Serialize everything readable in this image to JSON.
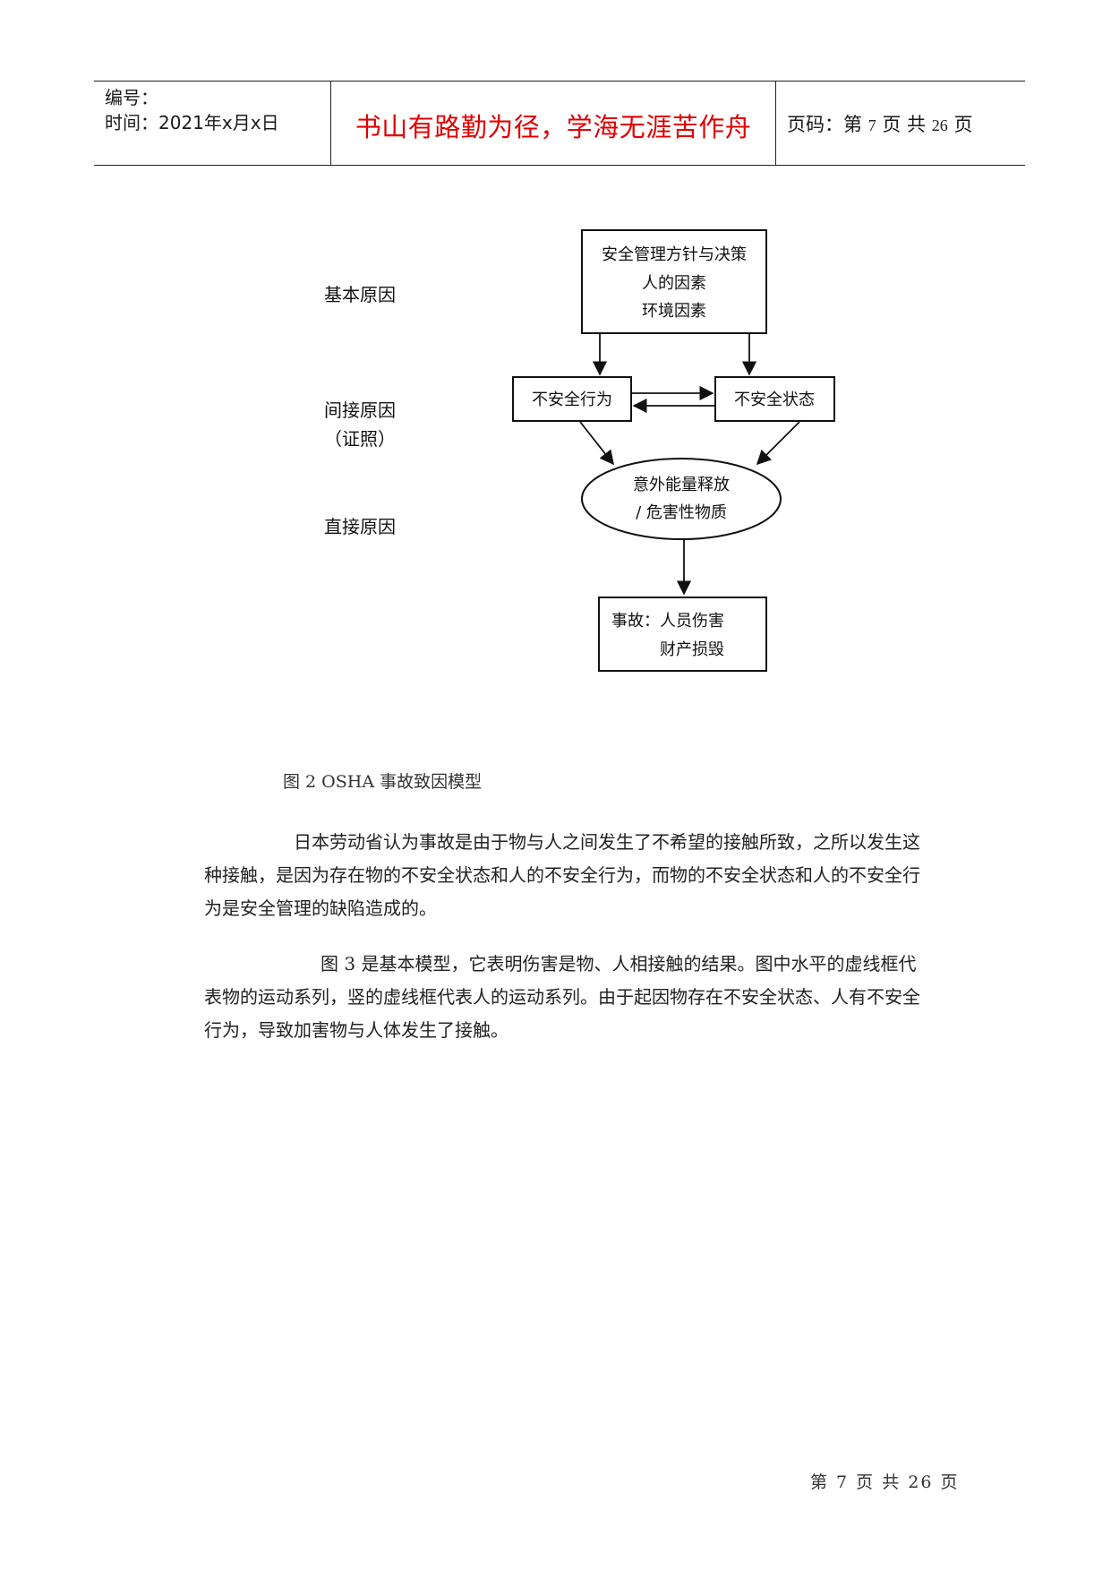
{
  "header": {
    "number_label": "编号：",
    "time_label": "时间：2021年x月x日",
    "motto": "书山有路勤为径，学海无涯苦作舟",
    "page_prefix": "页码：第",
    "page_current": "7",
    "page_mid": "页  共",
    "page_total": "26",
    "page_suffix": "页"
  },
  "diagram": {
    "row_labels": {
      "basic": "基本原因",
      "indirect": "间接原因",
      "indirect_note": "（证照）",
      "direct": "直接原因"
    },
    "top_box": [
      "安全管理方针与决策",
      "人的因素",
      "环境因素"
    ],
    "unsafe_act": "不安全行为",
    "unsafe_state": "不安全状态",
    "ellipse": [
      "意外能量释放",
      "/ 危害性物质"
    ],
    "accident": [
      "事故：人员伤害",
      "财产损毁"
    ]
  },
  "caption": "图 2  OSHA 事故致因模型",
  "paragraphs": [
    "日本劳动省认为事故是由于物与人之间发生了不希望的接触所致，之所以发生这种接触，是因为存在物的不安全状态和人的不安全行为，而物的不安全状态和人的不安全行为是安全管理的缺陷造成的。",
    "图 3 是基本模型，它表明伤害是物、人相接触的结果。图中水平的虚线框代表物的运动系列，竖的虚线框代表人的运动系列。由于起因物存在不安全状态、人有不安全行为，导致加害物与人体发生了接触。"
  ],
  "footer": "第 7 页 共 26 页"
}
